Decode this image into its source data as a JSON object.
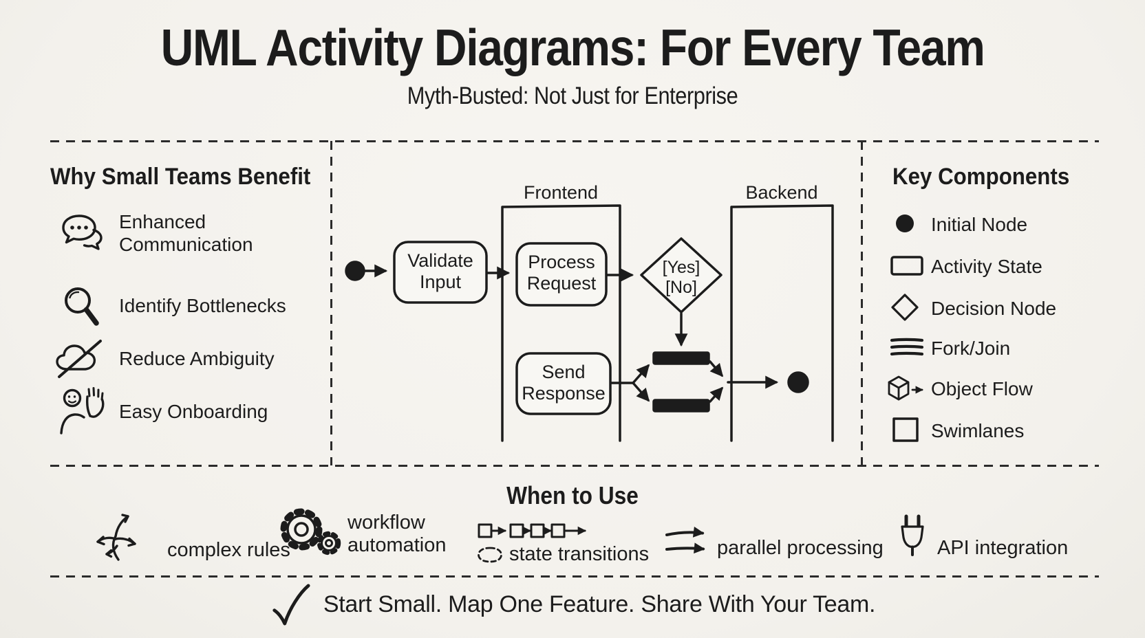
{
  "header": {
    "title": "UML Activity Diagrams: For Every Team",
    "subtitle": "Myth-Busted: Not Just for Enterprise"
  },
  "benefits": {
    "heading": "Why Small Teams Benefit",
    "items": [
      {
        "icon": "chat-bubbles-icon",
        "label": "Enhanced Communication"
      },
      {
        "icon": "magnifier-icon",
        "label": "Identify Bottlenecks"
      },
      {
        "icon": "cloud-slash-icon",
        "label": "Reduce Ambiguity"
      },
      {
        "icon": "waving-person-icon",
        "label": "Easy Onboarding"
      }
    ]
  },
  "diagram": {
    "frontend_label": "Frontend",
    "backend_label": "Backend",
    "validate_input": {
      "line1": "Validate",
      "line2": "Input"
    },
    "process_request": {
      "line1": "Process",
      "line2": "Request"
    },
    "send_response": {
      "line1": "Send",
      "line2": "Response"
    },
    "decision": {
      "yes_label": "[Yes]",
      "no_label": "[No]"
    }
  },
  "components": {
    "heading": "Key Components",
    "items": [
      {
        "icon": "initial-node-icon",
        "label": "Initial Node"
      },
      {
        "icon": "activity-state-icon",
        "label": "Activity State"
      },
      {
        "icon": "decision-node-icon",
        "label": "Decision Node"
      },
      {
        "icon": "fork-join-icon",
        "label": "Fork/Join"
      },
      {
        "icon": "object-flow-icon",
        "label": "Object Flow"
      },
      {
        "icon": "swimlanes-icon",
        "label": "Swimlanes"
      }
    ]
  },
  "when_to_use": {
    "heading": "When to Use",
    "items": [
      {
        "icon": "branch-arrows-icon",
        "label": "complex rules"
      },
      {
        "icon": "gears-icon",
        "label": "workflow automation"
      },
      {
        "icon": "state-boxes-icon",
        "label": "state transitions"
      },
      {
        "icon": "parallel-arrows-icon",
        "label": "parallel processing"
      },
      {
        "icon": "plug-icon",
        "label": "API integration"
      }
    ]
  },
  "footer": {
    "message": "Start Small. Map One Feature. Share With Your Team."
  },
  "colors": {
    "background": "#f4f2ed",
    "ink": "#1c1c1c"
  }
}
